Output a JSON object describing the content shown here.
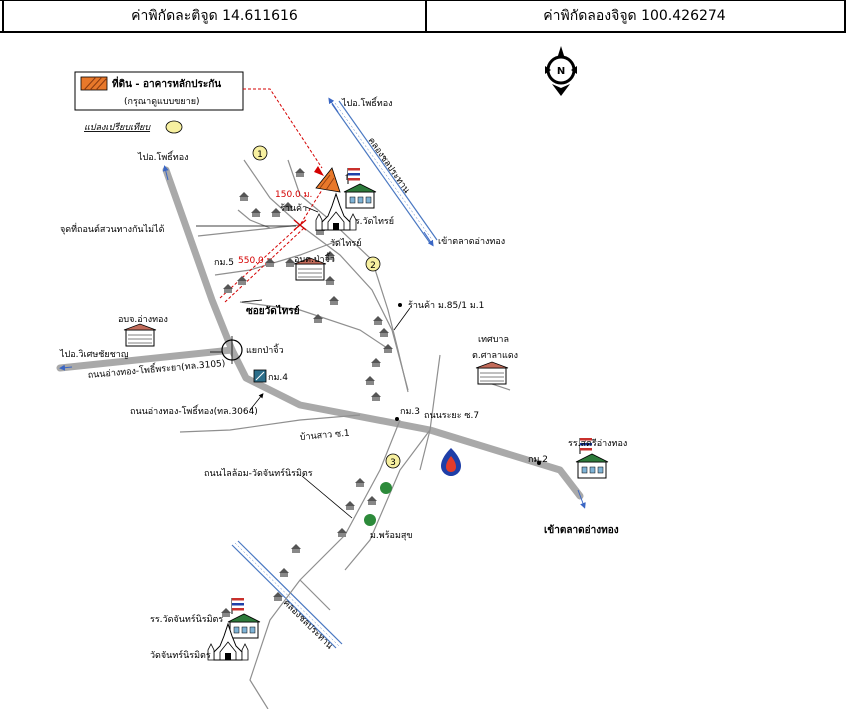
{
  "coords": {
    "lat": "ค่าพิกัดละติจูด 14.611616",
    "lon": "ค่าพิกัดลองจิจูด 100.426274"
  },
  "legend": {
    "property_label": "ที่ดิน - อาคารหลักประกัน",
    "property_note": "(กรุณาดูแบบขยาย)",
    "compare_label": "แปลงเปรียบเทียบ"
  },
  "compass": {
    "letter": "N"
  },
  "labels": {
    "to_photong_top": "ไปอ.โพธิ์ทอง",
    "to_photong_left": "ไปอ.โพธิ์ทอง",
    "canal_top": "คลองชลประทาน",
    "to_angthong_market_1": "เข้าตลาดอ่างทอง",
    "to_angthong_market_2": "เข้าตลาดอ่างทอง",
    "dist_150": "150.0 ม.",
    "dist_550": "550.0 ม.",
    "shop_1": "ร้านค้า",
    "school_watsai": "รร.วัดไทรย์",
    "wat_sai": "วัดไทรย์",
    "dead_end": "จุดที่ถอนต์สวนทางกันไม่ได้",
    "km5": "กม.5",
    "obt_pachiw": "อบต.ป่าจิ้ว",
    "soi_watsai": "ซอยวัดไทรย์",
    "shop_2": "ร้านค้า ม.85/1 ม.1",
    "obj_angthong": "อบจ.อ่างทอง",
    "municipality_1": "เทศบาล",
    "municipality_2": "ต.ศาลาแดง",
    "to_wisetchaichan": "ไปอ.วิเศษชัยชาญ",
    "road_3105": "ถนนอ่างทอง-โพธิ์พระยา(ทล.3105)",
    "intersection": "แยกป่าจิ้ว",
    "km4": "กม.4",
    "road_3064": "ถนนอ่างทอง-โพธิ์ทอง(ทล.3064)",
    "km3": "กม.3",
    "soi_7": "ถนนระยะ ซ.7",
    "wat_road_bottom": "บ้านสาว ซ.1",
    "km2": "กม.2",
    "school_satri": "รร.สตรีอ่างทอง",
    "road_chansinmit": "ถนนไลล้อม-วัดจันทร์นิรมิตร",
    "mon_sook": "ม.พร้อมสุข",
    "canal_bottom": "คลองชลประทาน",
    "school_chan": "รร.วัดจันทร์นิรมิตร",
    "wat_chan": "วัดจันทร์นิรมิตร",
    "n1": "1",
    "n2": "2",
    "n3": "3"
  },
  "colors": {
    "road": "#a9a9a9",
    "canal": "#4a78c2",
    "dist_red": "#d40000",
    "property": "#e8782a",
    "marker_yellow": "#f7f0a0"
  }
}
